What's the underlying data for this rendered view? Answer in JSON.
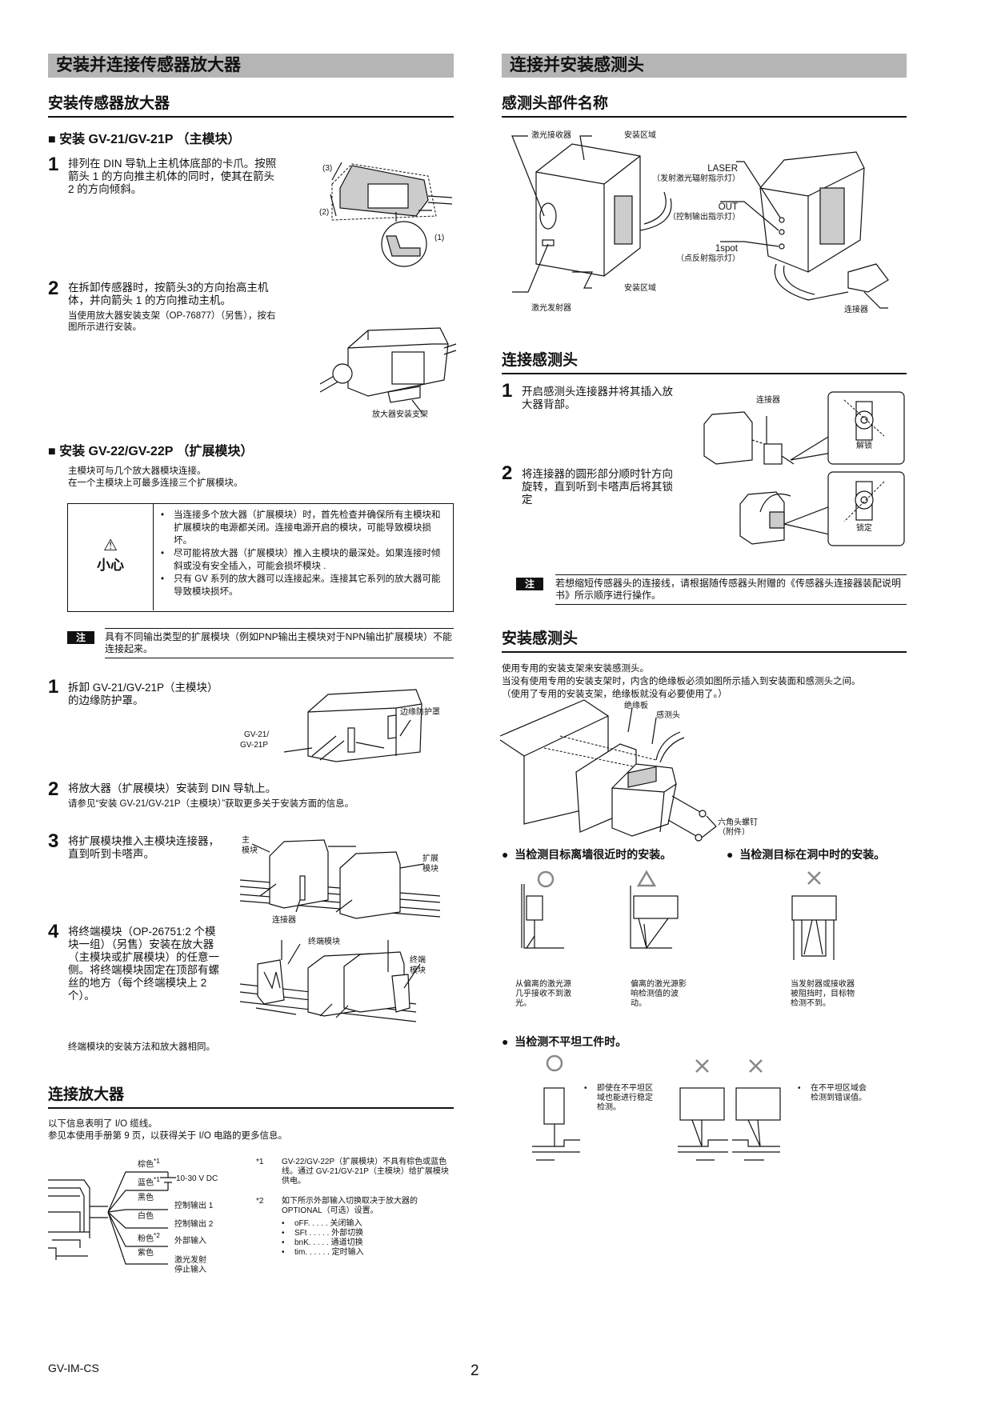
{
  "left": {
    "section_title": "安装并连接传感器放大器",
    "install_amp": {
      "heading": "安装传感器放大器",
      "main_module": {
        "heading": "■  安装 GV-21/GV-21P  （主模块）",
        "steps": [
          {
            "num": "1",
            "text": "排列在 DIN 导轨上主机体底部的卡爪。按照箭头 1 的方向推主机体的同时，使其在箭头 2 的方向倾斜。"
          },
          {
            "num": "2",
            "text": "在拆卸传感器时，按箭头3的方向抬高主机体，并向箭头 1 的方向推动主机。",
            "sub": "当使用放大器安装支架（OP-76877）（另售），按右图所示进行安装。"
          }
        ],
        "fig_labels": {
          "arrow3": "(3)",
          "arrow2": "(2)",
          "arrow1": "(1)",
          "bracket": "放大器安装支架"
        }
      },
      "ext_module": {
        "heading": "■  安装 GV-22/GV-22P  （扩展模块）",
        "intro": [
          "主模块可与几个放大器模块连接。",
          "在一个主模块上可最多连接三个扩展模块。"
        ],
        "caution": {
          "label": "小心",
          "items": [
            "当连接多个放大器（扩展模块）时，首先检查并确保所有主模块和扩展模块的电源都关闭。连接电源开启的模块，可能导致模块损坏。",
            "尽可能将放大器（扩展模块）推入主模块的最深处。如果连接时倾斜或没有安全插入，可能会损坏模块 .",
            "只有 GV 系列的放大器可以连接起来。连接其它系列的放大器可能导致模块损坏。"
          ]
        },
        "note": {
          "tag": "注",
          "text": "具有不同输出类型的扩展模块（例如PNP输出主模块对于NPN输出扩展模块）不能连接起来。"
        },
        "steps": [
          {
            "num": "1",
            "text": "拆卸 GV-21/GV-21P（主模块）的边缘防护罩。"
          },
          {
            "num": "2",
            "text": "将放大器（扩展模块）安装到 DIN 导轨上。",
            "sub": "请参见“安装 GV-21/GV-21P（主模块）”获取更多关于安装方面的信息。"
          },
          {
            "num": "3",
            "text": "将扩展模块推入主模块连接器，直到听到卡嗒声。"
          },
          {
            "num": "4",
            "text": "将终端模块（OP-26751:2 个模块一组）（另售）安装在放大器（主模块或扩展模块）的任意一侧。将终端模块固定在顶部有螺丝的地方（每个终端模块上 2 个）。"
          }
        ],
        "fig_labels": {
          "model_l1": "GV-21/",
          "model_l2": "GV-21P",
          "edge_cover": "边缘防护罩",
          "main_l1": "主",
          "main_l2": "模块",
          "ext_l1": "扩展",
          "ext_l2": "模块",
          "connector": "连接器",
          "end_unit": "终端模块",
          "end_l1": "终端",
          "end_l2": "模块"
        },
        "footnote": "终端模块的安装方法和放大器相同。"
      }
    },
    "connect_amp": {
      "heading": "连接放大器",
      "intro": [
        "以下信息表明了 I/O 缆线。",
        "参见本使用手册第 9 页，以获得关于 I/O 电路的更多信息。"
      ],
      "wires": [
        {
          "color": "棕色",
          "mark": "*1",
          "func": ""
        },
        {
          "color": "蓝色",
          "mark": "*1",
          "func": "10-30 V DC"
        },
        {
          "color": "黑色",
          "mark": "",
          "func": "控制输出 1"
        },
        {
          "color": "白色",
          "mark": "",
          "func": "控制输出 2"
        },
        {
          "color": "粉色",
          "mark": "*2",
          "func": "外部输入"
        },
        {
          "color": "紫色",
          "mark": "",
          "func": "激光发射停止输入"
        }
      ],
      "notes": [
        {
          "mark": "*1",
          "text": "GV-22/GV-22P（扩展模块）不具有棕色或蓝色线。通过 GV-21/GV-21P（主模块）给扩展模块供电。"
        },
        {
          "mark": "*2",
          "text": "如下所示外部输入切换取决于放大器的 OPTIONAL（可选）设置。"
        }
      ],
      "options": [
        "oFF. . . . .  关闭输入",
        "SFt . . . . .  外部切换",
        "bnK. . . . .  通道切换",
        "tim. . . . . .  定时输入"
      ]
    }
  },
  "right": {
    "section_title": "连接并安装感测头",
    "parts": {
      "heading": "感测头部件名称",
      "labels": {
        "receiver": "激光接收器",
        "mount_top": "安装区域",
        "mount_bottom": "安装区域",
        "emitter": "激光发射器",
        "laser": "LASER",
        "laser_desc": "（发射激光辐射指示灯）",
        "out": "OUT",
        "out_desc": "（控制输出指示灯）",
        "spot": "1spot",
        "spot_desc": "（点反射指示灯）",
        "connector": "连接器"
      }
    },
    "connect_head": {
      "heading": "连接感测头",
      "steps": [
        {
          "num": "1",
          "text": "开启感测头连接器并将其插入放大器背部。"
        },
        {
          "num": "2",
          "text": "将连接器的圆形部分顺时针方向旋转，直到听到卡嗒声后将其锁定"
        }
      ],
      "fig_labels": {
        "connector": "连接器",
        "unlock": "解锁",
        "lock": "锁定"
      },
      "note": {
        "tag": "注",
        "text": "若想缩短传感器头的连接线，请根据随传感器头附赠的《传感器头连接器装配说明书》所示顺序进行操作。"
      }
    },
    "mount_head": {
      "heading": "安装感测头",
      "intro": [
        "使用专用的安装支架来安装感测头。",
        "当没有使用专用的安装支架时，内含的绝缘板必须如图所示插入到安装面和感测头之间。",
        "（使用了专用的安装支架，绝缘板就没有必要使用了。）"
      ],
      "fig_labels": {
        "plate": "绝缘板",
        "head": "感测头",
        "screw": "六角头螺钉",
        "screw_sub": "（附件）"
      },
      "case_wall": "当检测目标离墙很近时的安装。",
      "case_hole": "当检测目标在洞中时的安装。",
      "case_uneven": "当检测不平坦工件时。",
      "symbols": {
        "good": "○",
        "fair": "△",
        "bad": "×"
      },
      "wall_captions": [
        "从偏离的激光源几乎接收不到激光。",
        "偏离的激光源影响检测值的波动。",
        "当发射器或接收器被阻挡时，目标物检测不到。"
      ],
      "uneven_captions": [
        "即使在不平坦区域也能进行稳定检测。",
        "在不平坦区域会检测到错误值。"
      ]
    }
  },
  "footer": {
    "doc_code": "GV-IM-CS",
    "page": "2"
  }
}
